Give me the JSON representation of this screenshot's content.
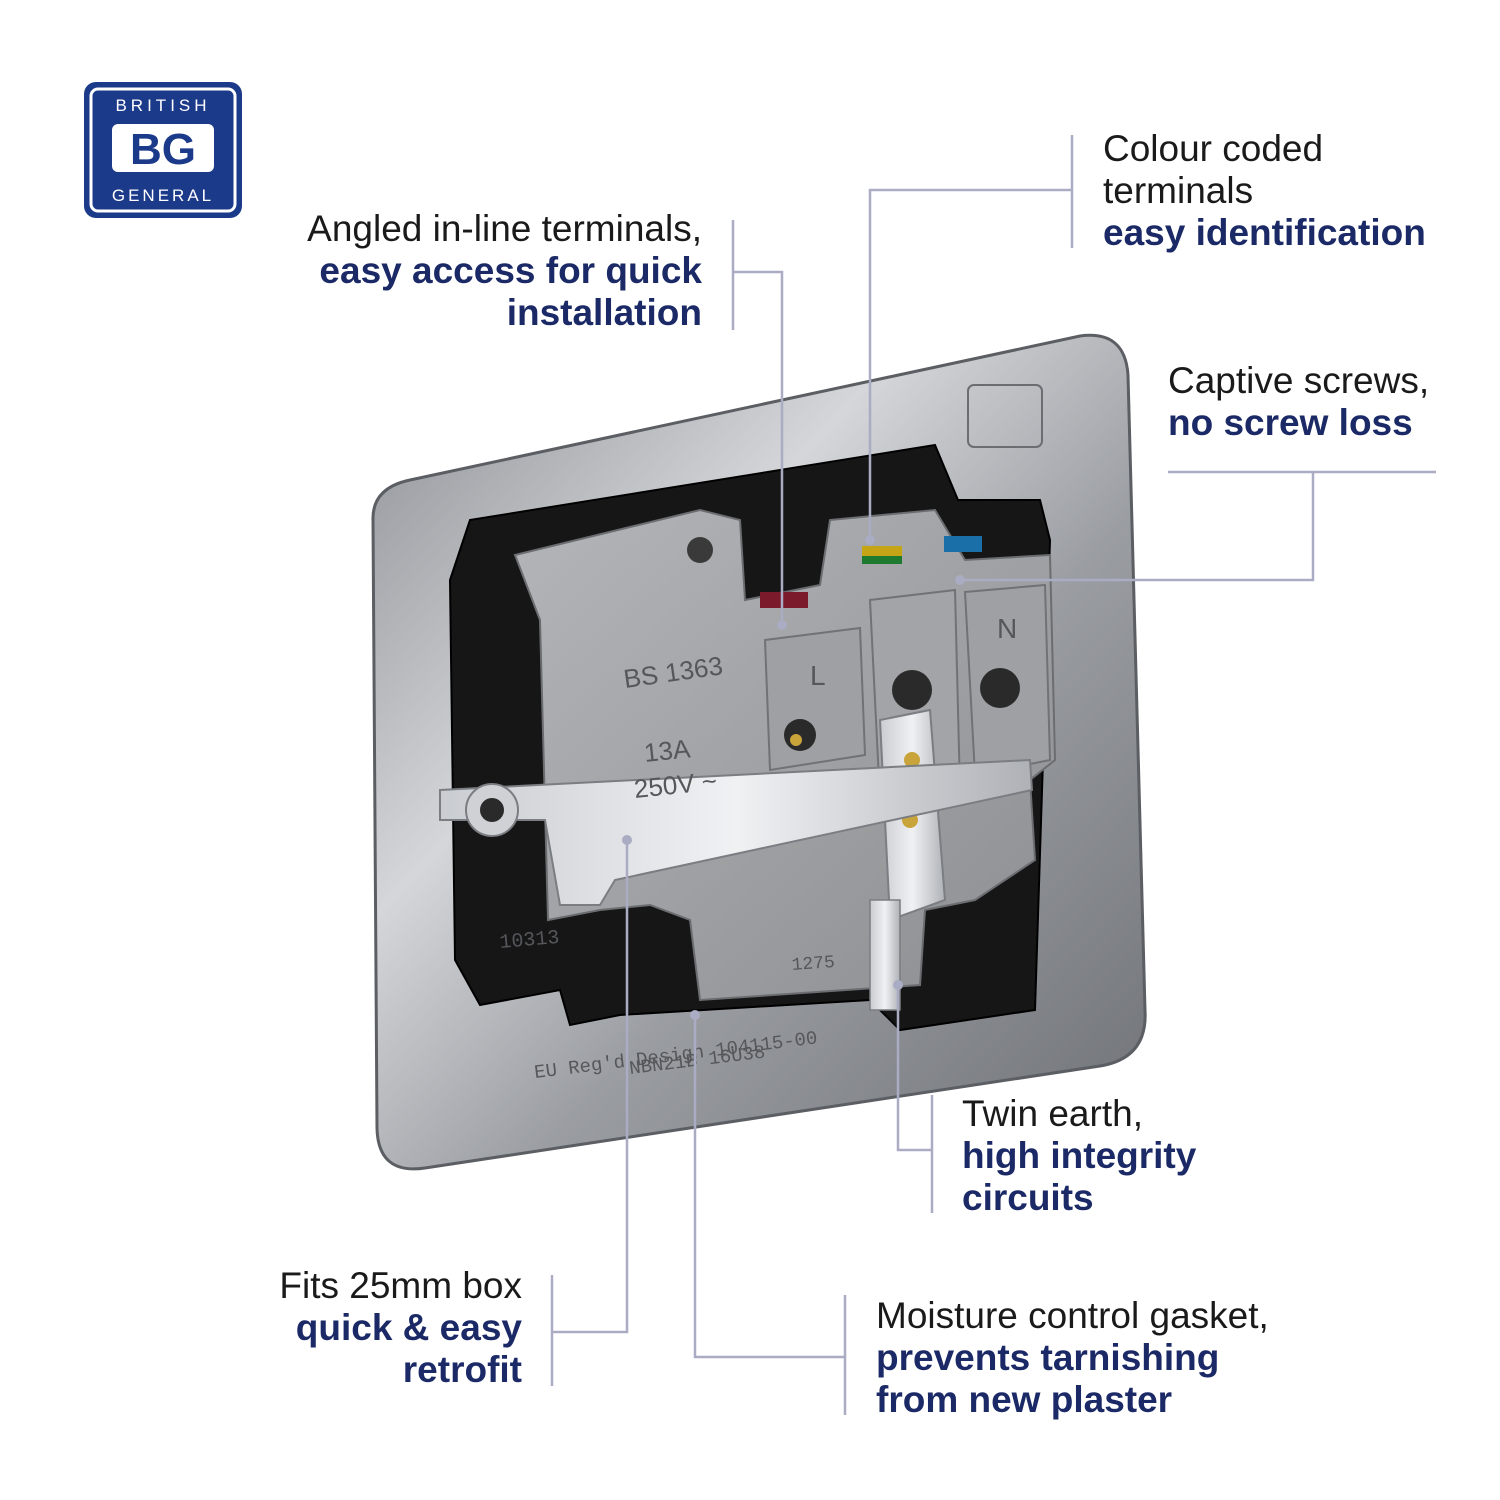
{
  "logo": {
    "top": "BRITISH",
    "mark": "BG",
    "bottom": "GENERAL"
  },
  "callouts": [
    {
      "id": "angled-terminals",
      "main": "Angled in-line terminals,",
      "sub": [
        "easy access for quick",
        "installation"
      ]
    },
    {
      "id": "colour-coded",
      "main": [
        "Colour coded",
        "terminals"
      ],
      "sub": [
        "easy identification"
      ]
    },
    {
      "id": "captive-screws",
      "main": [
        "Captive screws,"
      ],
      "sub": [
        "no screw loss"
      ]
    },
    {
      "id": "twin-earth",
      "main": [
        "Twin earth,"
      ],
      "sub": [
        "high integrity",
        "circuits"
      ]
    },
    {
      "id": "fits-box",
      "main": [
        "Fits 25mm box"
      ],
      "sub": [
        "quick & easy",
        "retrofit"
      ]
    },
    {
      "id": "gasket",
      "main": [
        "Moisture control gasket,"
      ],
      "sub": [
        "prevents tarnishing",
        "from new plaster"
      ]
    }
  ],
  "product": {
    "standard": "BS 1363",
    "rating_current": "13A",
    "rating_voltage": "250V ~",
    "terminal_live": "L",
    "terminal_neutral": "N",
    "code_left": "10313",
    "code_bottom": "1275",
    "reg_line1": "EU Reg'd Design 104115-00",
    "reg_line2": "NBN21B 16U38"
  },
  "colors": {
    "accent": "#1b2a66",
    "logo_blue": "#1c3a8a",
    "leader": "#a9acc3"
  }
}
